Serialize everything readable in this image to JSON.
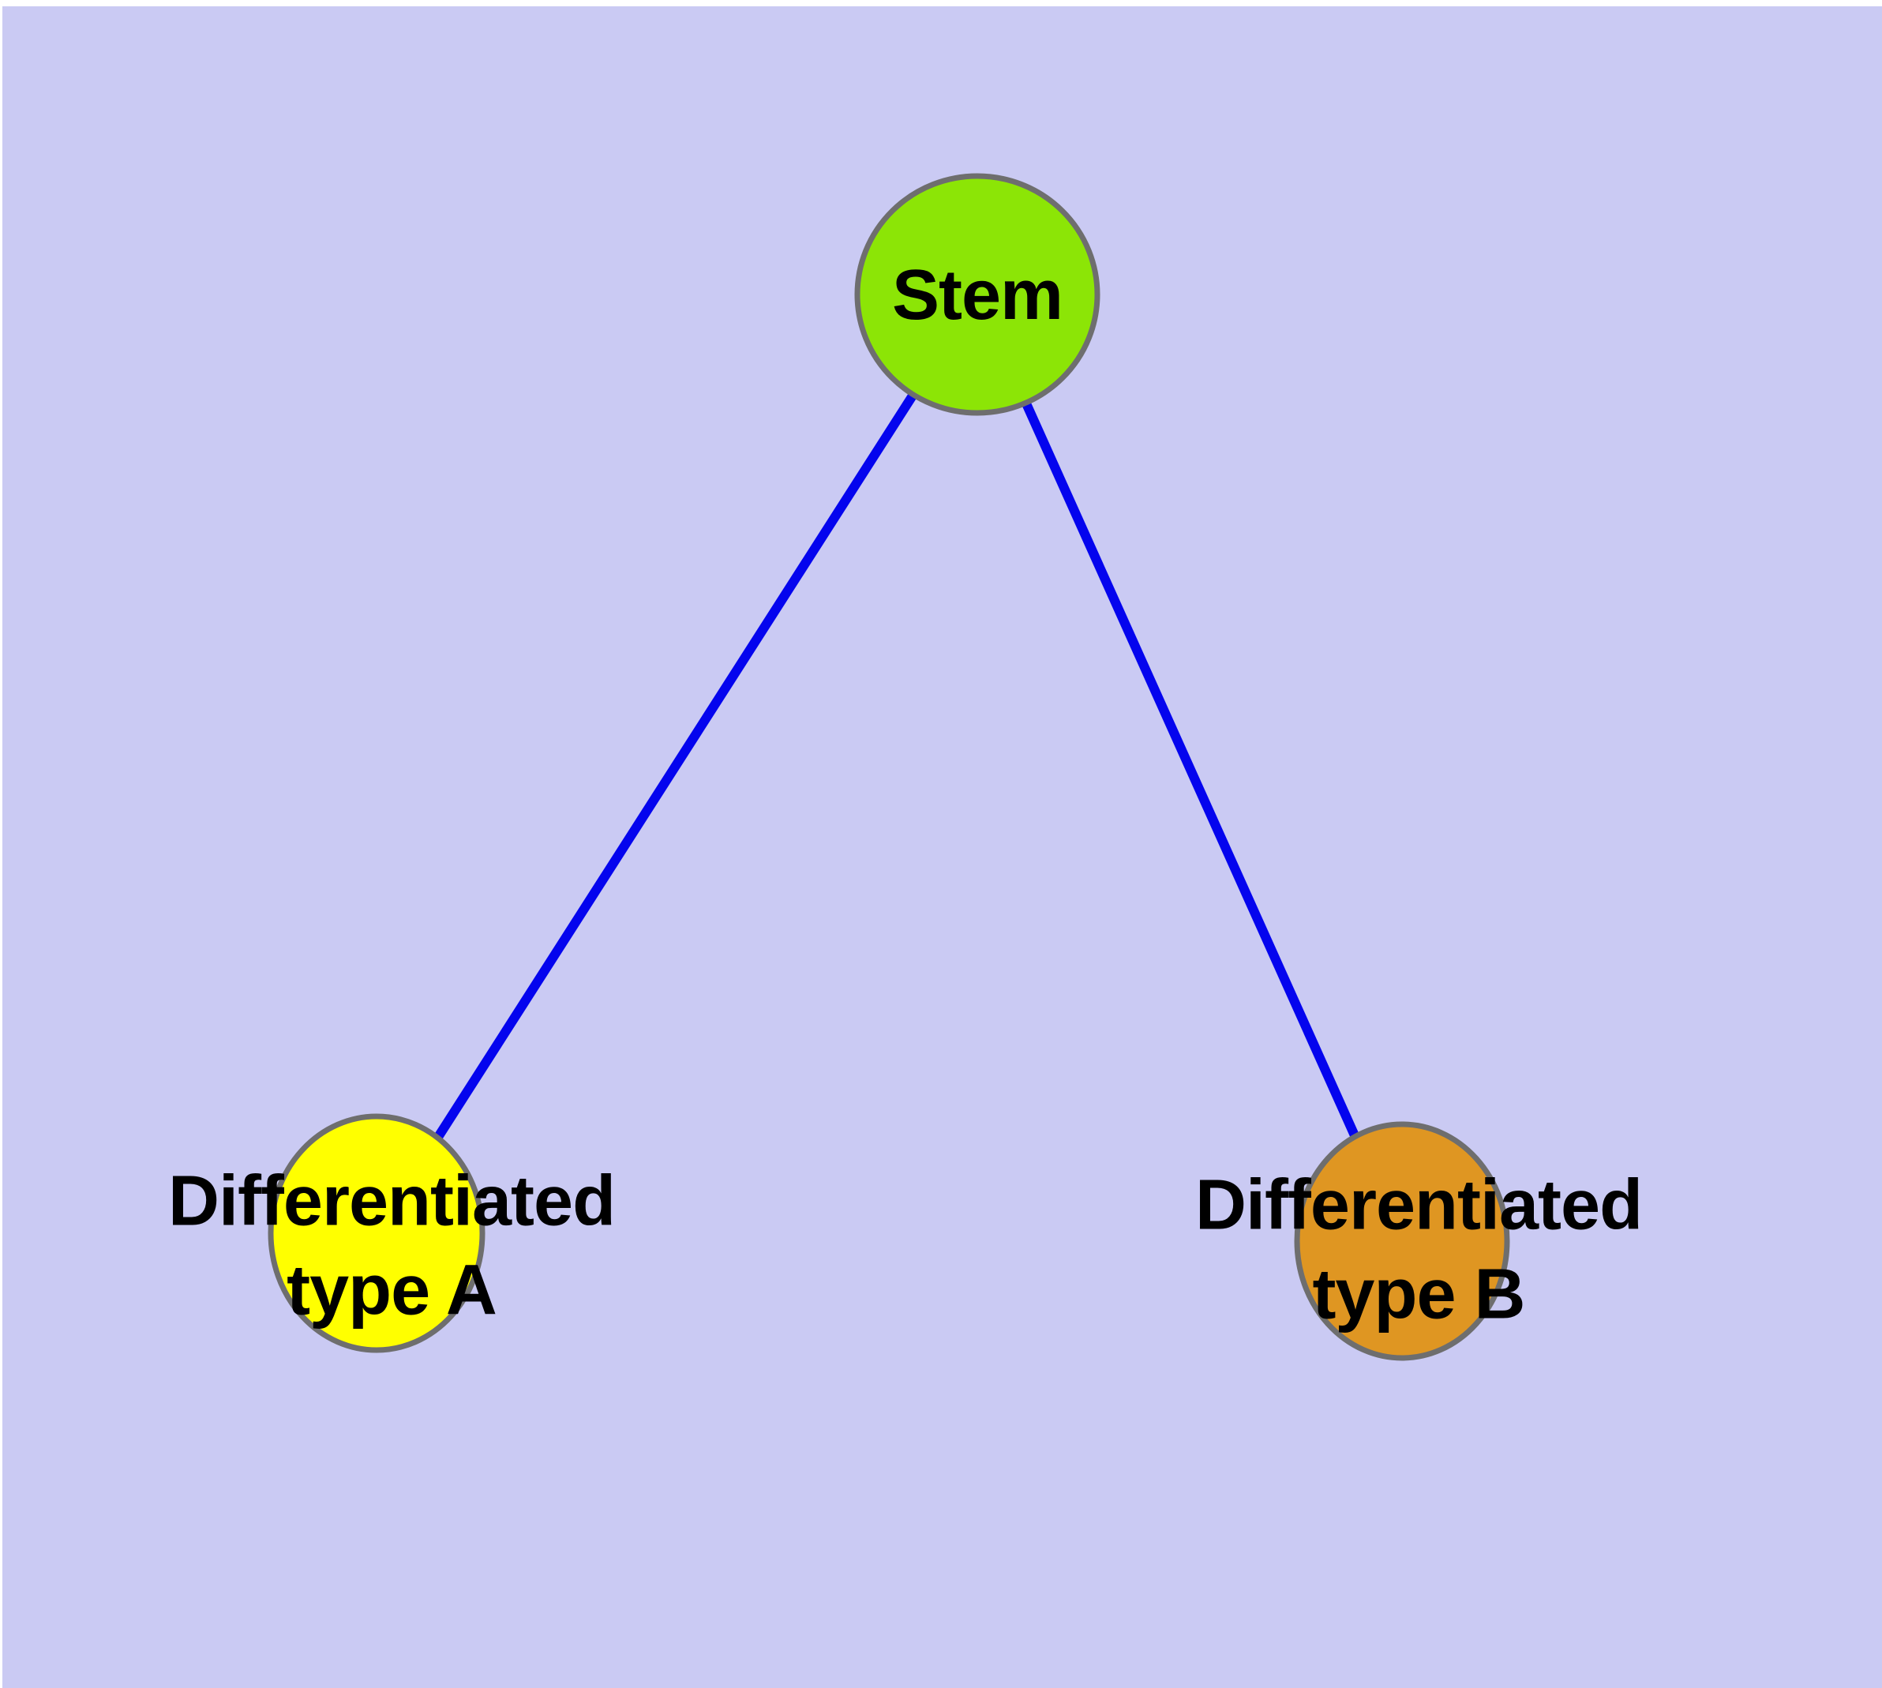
{
  "diagram": {
    "background_color": "#cacaf3",
    "node_border_color": "#6e6e6e",
    "edge_color": "#0404ee",
    "label_text_color": "#000000",
    "nodes": [
      {
        "id": "stem",
        "label": "Stem",
        "color": "#8ce506"
      },
      {
        "id": "type-a",
        "label": "Differentiated\ntype A",
        "color": "#ffff00"
      },
      {
        "id": "type-b",
        "label": "Differentiated\ntype B",
        "color": "#df9622"
      }
    ],
    "edges": [
      {
        "from": "Stem",
        "to": "Differentiated type A"
      },
      {
        "from": "Stem",
        "to": "Differentiated type B"
      }
    ]
  }
}
